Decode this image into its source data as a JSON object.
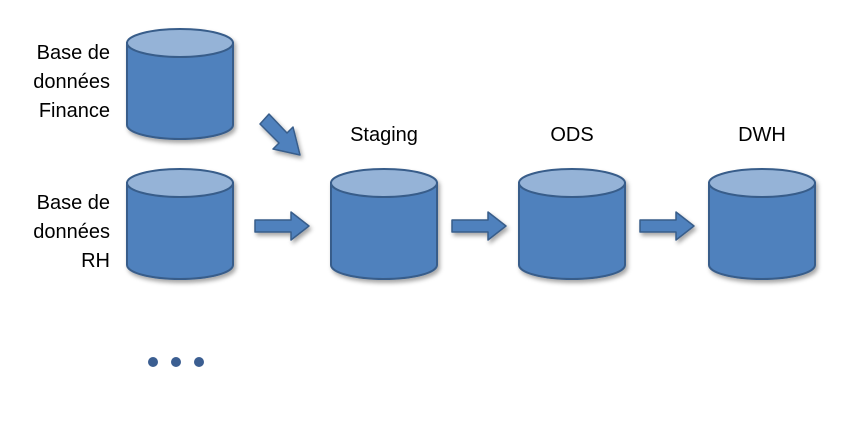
{
  "colors": {
    "cylinder_body": "#4f81bd",
    "cylinder_top": "#95b3d7",
    "cylinder_stroke": "#385d8a",
    "arrow_fill": "#4f81bd",
    "arrow_stroke": "#385d8a",
    "dots": "#3b5e91"
  },
  "sources": [
    {
      "id": "finance",
      "label_lines": [
        "Base de",
        "données",
        "Finance"
      ]
    },
    {
      "id": "rh",
      "label_lines": [
        "Base de",
        "données",
        "RH"
      ]
    }
  ],
  "stages": [
    {
      "id": "staging",
      "label": "Staging"
    },
    {
      "id": "ods",
      "label": "ODS"
    },
    {
      "id": "dwh",
      "label": "DWH"
    }
  ],
  "more_sources": {
    "icon": "ellipsis-dots"
  }
}
